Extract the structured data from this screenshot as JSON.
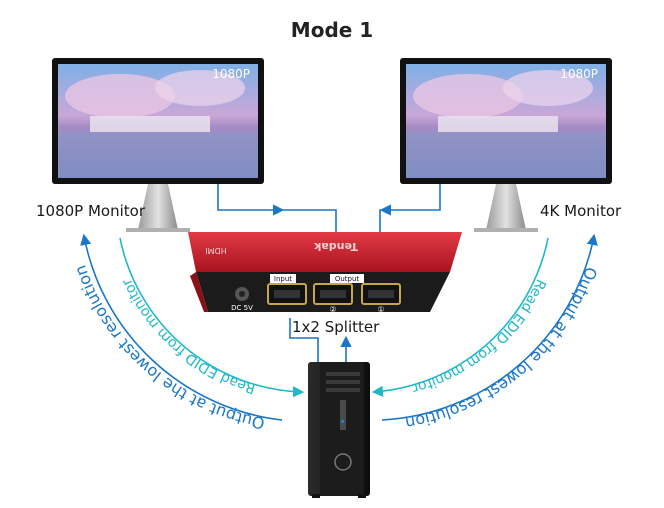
{
  "title": "Mode 1",
  "left_monitor": {
    "label": "1080P Monitor",
    "screen_badge": "1080P"
  },
  "right_monitor": {
    "label": "4K Monitor",
    "screen_badge": "1080P"
  },
  "splitter": {
    "label": "1x2 Splitter",
    "brand": "Tendak",
    "brand_sub": "HDMI",
    "ports": {
      "power": "DC 5V",
      "input": "Input",
      "output": "Output",
      "out2": "②",
      "out1": "①"
    }
  },
  "flows": {
    "left_read": "Read EDID from monitor",
    "left_output": "Output at the lowest resolution",
    "right_read": "Read EDID from monitor",
    "right_output": "Output at the lowest resolution"
  },
  "colors": {
    "cyan": "#1fb8c8",
    "blue": "#1a76c8",
    "splitter_red": "#c8202e"
  }
}
